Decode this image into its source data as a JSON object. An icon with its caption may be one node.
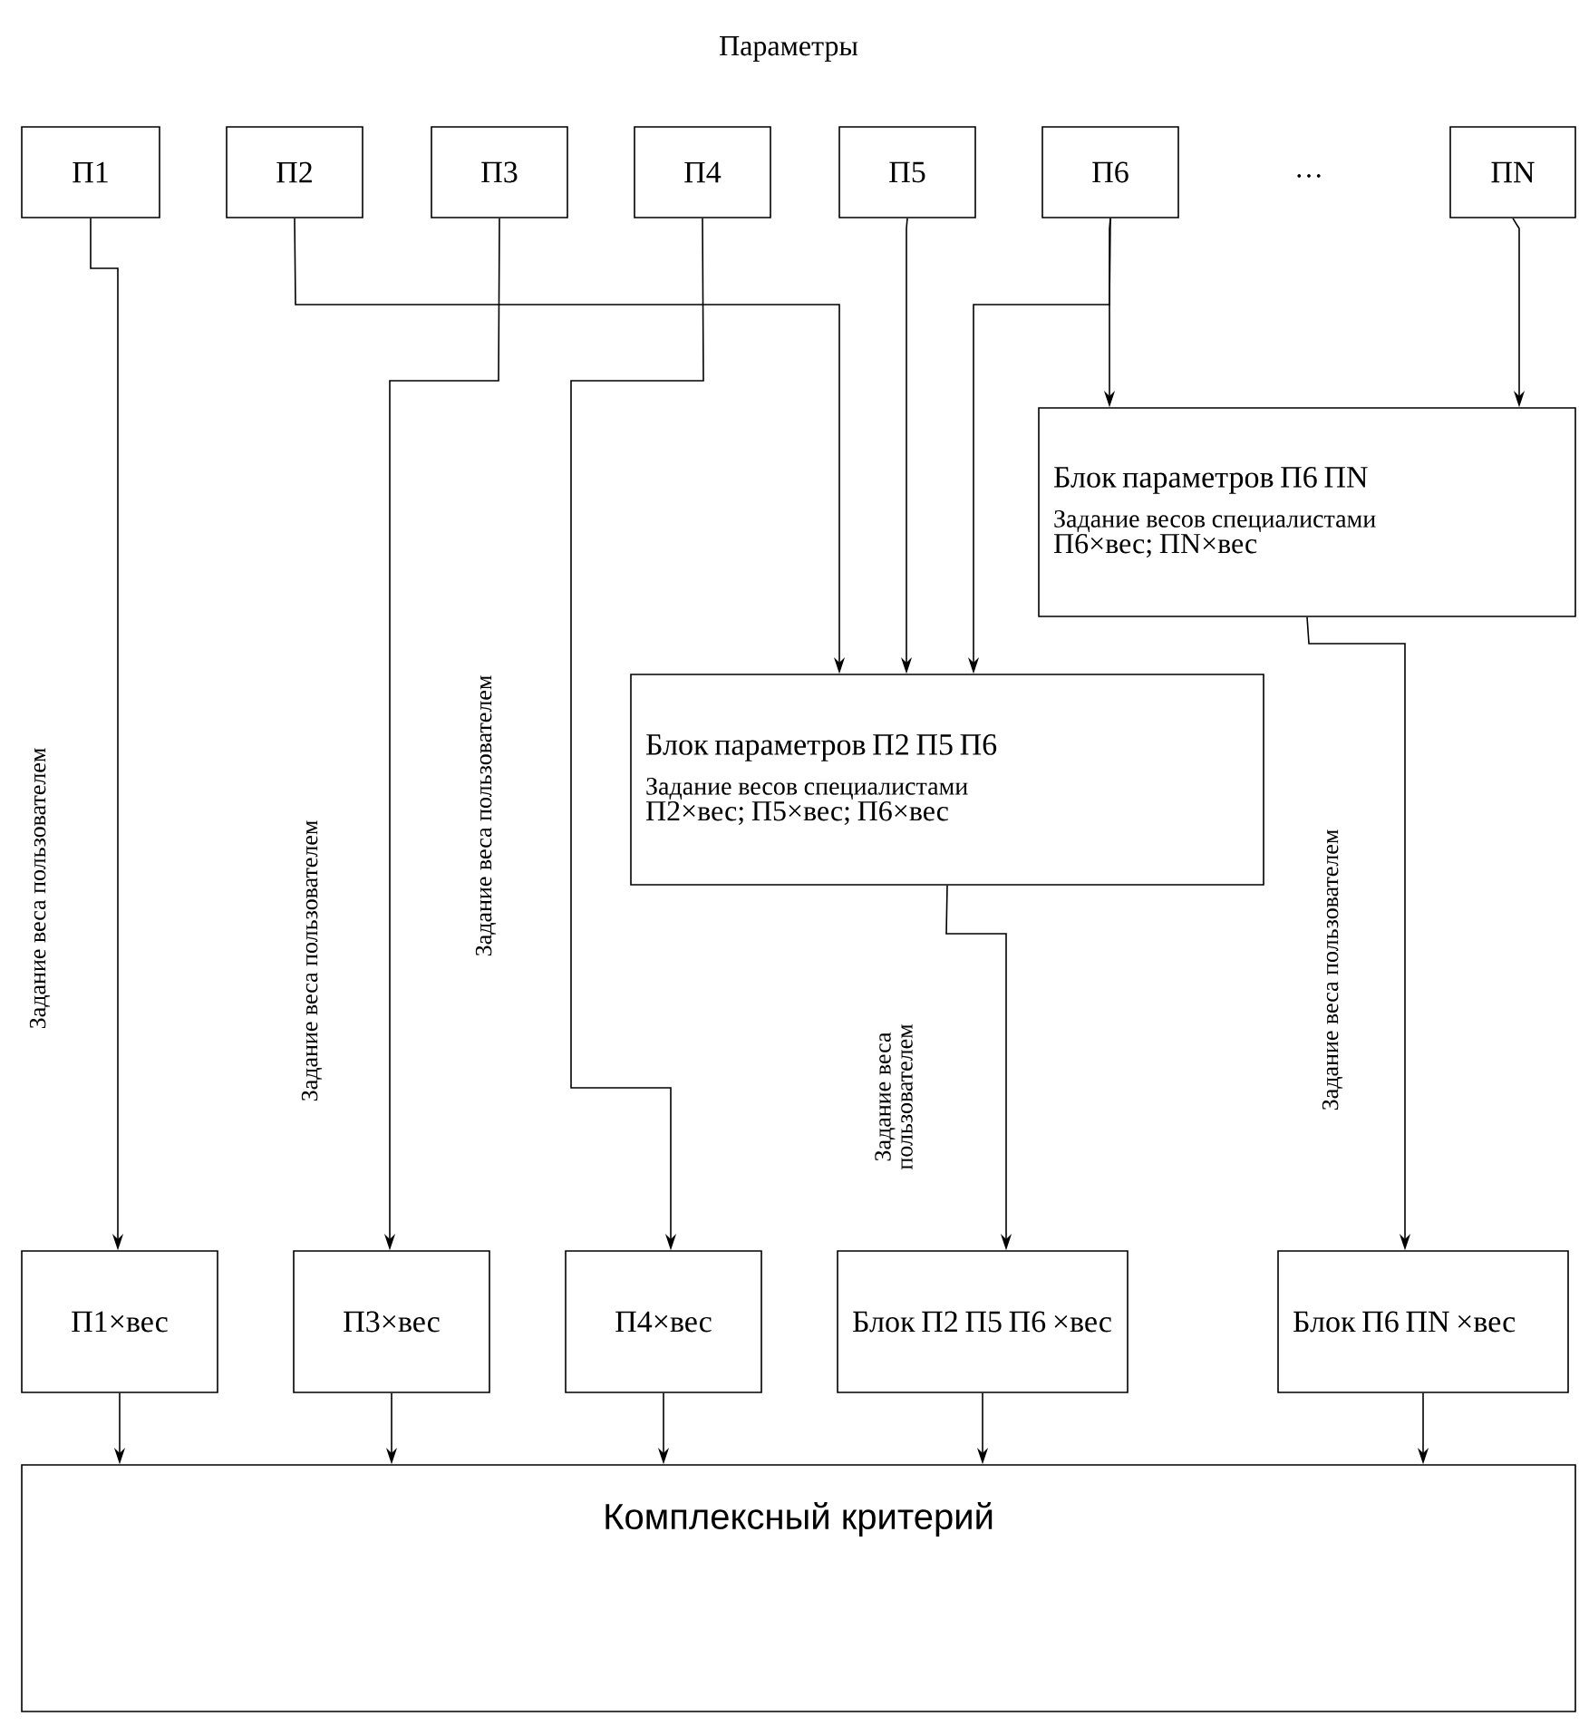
{
  "diagram": {
    "title": "Параметры",
    "nodes": [
      {
        "text": [
          "П1"
        ]
      },
      {
        "text": [
          "П2"
        ]
      },
      {
        "text": [
          "П3"
        ]
      },
      {
        "text": [
          "П4"
        ]
      },
      {
        "text": [
          "П5"
        ]
      },
      {
        "text": [
          "П6"
        ]
      },
      {
        "text": [
          "ПN"
        ]
      },
      {
        "text": [
          "Блок параметров П6 ПN",
          "Задание весов специалистами",
          "П6×вес; ПN×вес"
        ]
      },
      {
        "text": [
          "Блок параметров П2 П5 П6",
          "Задание весов специалистами",
          "П2×вес; П5×вес; П6×вес"
        ]
      },
      {
        "text": [
          "П1×вес"
        ]
      },
      {
        "text": [
          "П3×вес"
        ]
      },
      {
        "text": [
          "П4×вес"
        ]
      },
      {
        "text": [
          "Блок П2 П5 П6 ×вес"
        ]
      },
      {
        "text": [
          "Блок П6 ПN ×вес"
        ]
      },
      {
        "text": [
          "Комплексный критерий"
        ]
      }
    ],
    "edges": [
      {
        "from": 0,
        "to": 9,
        "arrow": "to",
        "label": "Задание веса пользователем"
      },
      {
        "from": 1,
        "to": 8,
        "arrow": "to"
      },
      {
        "from": 2,
        "to": 10,
        "arrow": "to",
        "label": "Задание веса пользователем"
      },
      {
        "from": 3,
        "to": 11,
        "arrow": "to",
        "label": "Задание веса пользователем"
      },
      {
        "from": 4,
        "to": 8,
        "arrow": "to"
      },
      {
        "from": 5,
        "to": 8,
        "arrow": "to"
      },
      {
        "from": 5,
        "to": 7,
        "arrow": "to"
      },
      {
        "from": 6,
        "to": 7,
        "arrow": "to"
      },
      {
        "from": 7,
        "to": 13,
        "arrow": "to",
        "label": "Задание веса пользователем"
      },
      {
        "from": 8,
        "to": 12,
        "arrow": "to",
        "label": "Задание веса пользователем"
      },
      {
        "from": 9,
        "to": 14,
        "arrow": "to"
      },
      {
        "from": 10,
        "to": 14,
        "arrow": "to"
      },
      {
        "from": 11,
        "to": 14,
        "arrow": "to"
      },
      {
        "from": 12,
        "to": 14,
        "arrow": "to"
      },
      {
        "from": 13,
        "to": 14,
        "arrow": "to"
      }
    ],
    "labels": [
      "…"
    ]
  }
}
